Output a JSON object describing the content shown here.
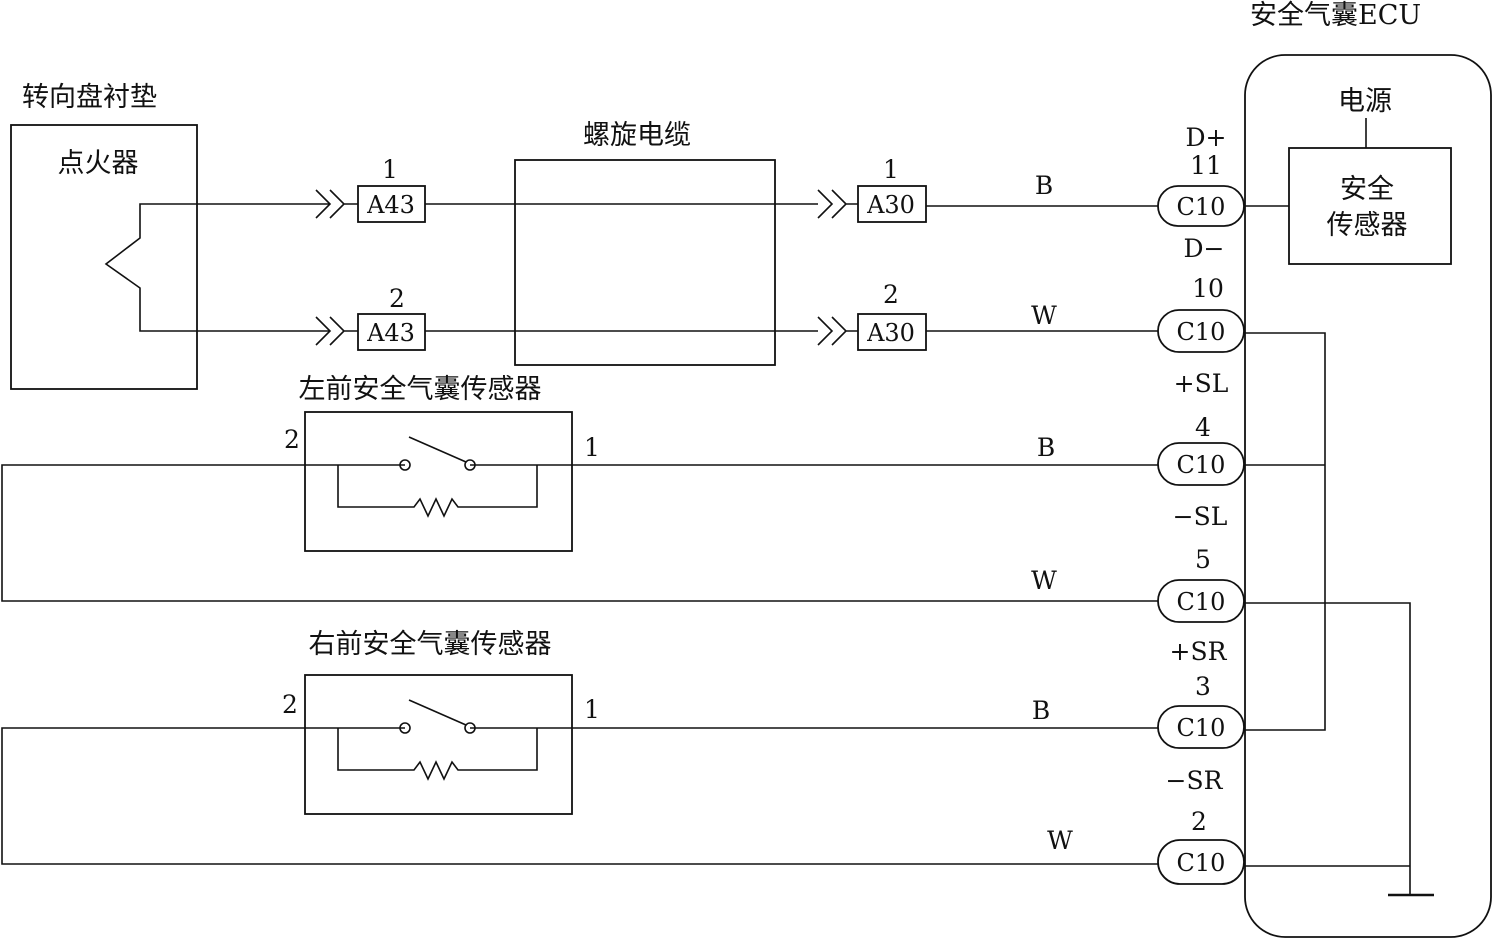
{
  "labels": {
    "ecu_title": "安全气囊ECU",
    "steering_pad": "转向盘衬垫",
    "igniter": "点火器",
    "spiral_cable": "螺旋电缆",
    "power": "电源",
    "safety_sensor_line1": "安全",
    "safety_sensor_line2": "传感器",
    "left_sensor": "左前安全气囊传感器",
    "right_sensor": "右前安全气囊传感器"
  },
  "connectors": {
    "a43_1": {
      "name": "A43",
      "pin": "1"
    },
    "a43_2": {
      "name": "A43",
      "pin": "2"
    },
    "a30_1": {
      "name": "A30",
      "pin": "1"
    },
    "a30_2": {
      "name": "A30",
      "pin": "2"
    }
  },
  "ecu_terminals": [
    {
      "connector": "C10",
      "pin": "11",
      "signal": "D+",
      "wire": "B"
    },
    {
      "connector": "C10",
      "pin": "10",
      "signal": "D−",
      "wire": "W"
    },
    {
      "connector": "C10",
      "pin": "4",
      "signal": "+SL",
      "wire": "B"
    },
    {
      "connector": "C10",
      "pin": "5",
      "signal": "−SL",
      "wire": "W"
    },
    {
      "connector": "C10",
      "pin": "3",
      "signal": "+SR",
      "wire": "B"
    },
    {
      "connector": "C10",
      "pin": "2",
      "signal": "−SR",
      "wire": "W"
    }
  ],
  "sensor_pins": {
    "left_pin2": "2",
    "left_pin1": "1",
    "right_pin2": "2",
    "right_pin1": "1"
  }
}
